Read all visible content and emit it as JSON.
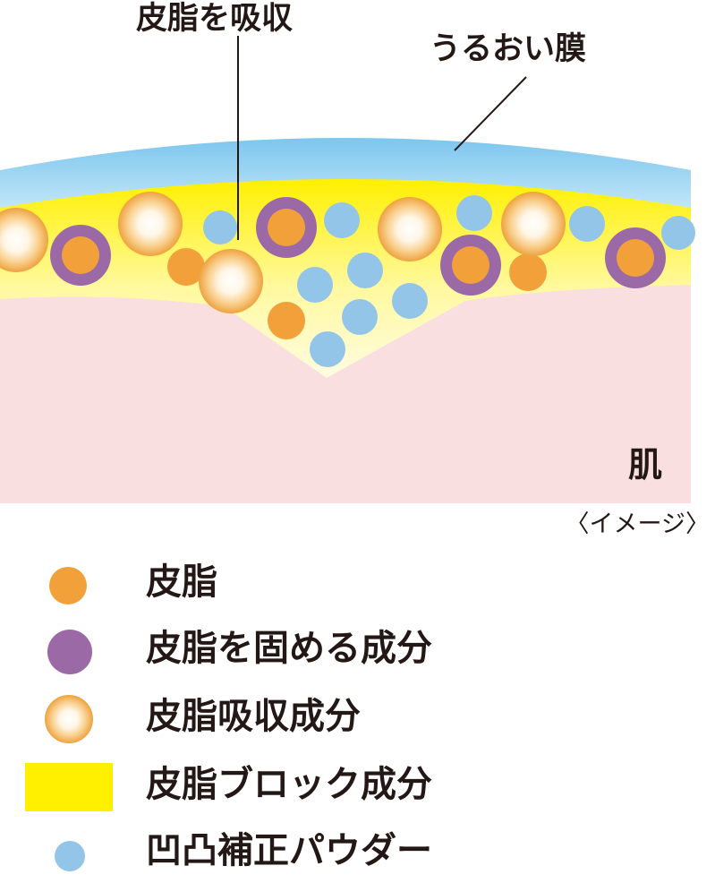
{
  "labels": {
    "sebum_absorb": "皮脂を吸収",
    "moisture_film": "うるおい膜",
    "skin": "肌",
    "image_note": "〈イメージ〉"
  },
  "legend": [
    {
      "label": "皮脂",
      "swatch": "sebum"
    },
    {
      "label": "皮脂を固める成分",
      "swatch": "sebum-solidifying"
    },
    {
      "label": "皮脂吸収成分",
      "swatch": "sebum-absorbing"
    },
    {
      "label": "皮脂ブロック成分",
      "swatch": "sebum-block"
    },
    {
      "label": "凹凸補正パウダー",
      "swatch": "powder"
    }
  ],
  "colors": {
    "sebum": "#f2a13a",
    "purple": "#9b6aa6",
    "powder": "#92c5e8",
    "yellow": "#fff000",
    "film_blue": "#7fc8ee",
    "skin": "#f9dfe0",
    "absorb_center": "#ffffff",
    "absorb_edge": "#f0a748"
  }
}
